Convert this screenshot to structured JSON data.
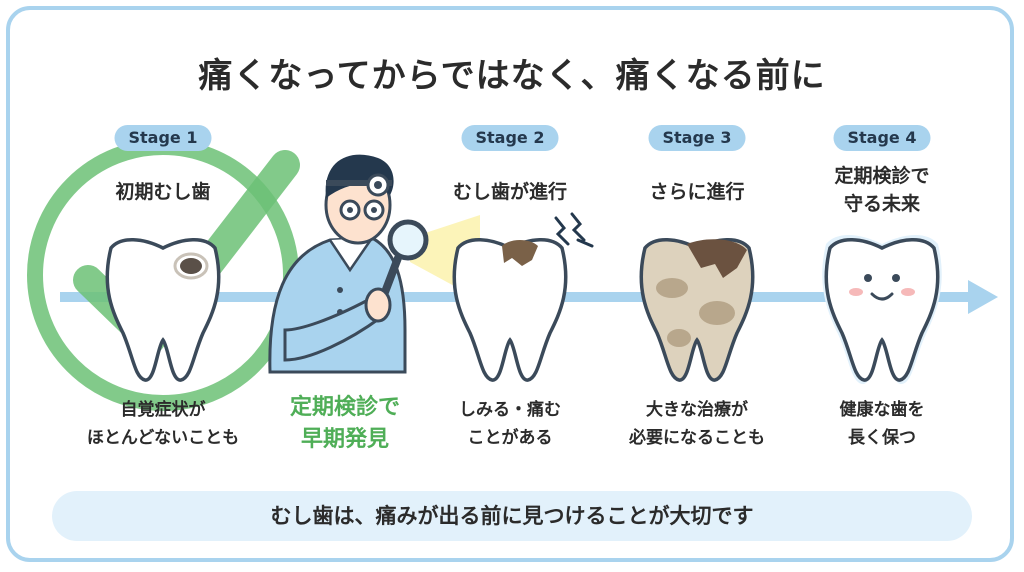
{
  "title": "痛くなってからではなく、痛くなる前に",
  "stages": [
    {
      "badge": "Stage 1",
      "label": "初期むし歯",
      "caption": "自覚症状が\nほとんどないことも"
    },
    {
      "badge": "Stage 2",
      "label": "むし歯が進行",
      "caption": "しみる・痛む\nことがある"
    },
    {
      "badge": "Stage 3",
      "label": "さらに進行",
      "caption": "大きな治療が\n必要になることも"
    },
    {
      "badge": "Stage 4",
      "label": "定期検診で\n守る未来",
      "caption": "健康な歯を\n長く保つ"
    }
  ],
  "checkup": {
    "caption": "定期検診で\n早期発見"
  },
  "banner": "むし歯は、痛みが出る前に見つけることが大切です",
  "colors": {
    "frame": "#a9d3ee",
    "accent_green": "#4fae57",
    "badge": "#a9d3ee",
    "banner": "#e2f1fb",
    "arrow": "#a9d3ee"
  },
  "icons": [
    "check-mark-icon",
    "tooth-icon",
    "dentist-illustration",
    "magnifier-icon",
    "pain-spark-icon",
    "arrow-right-icon"
  ]
}
